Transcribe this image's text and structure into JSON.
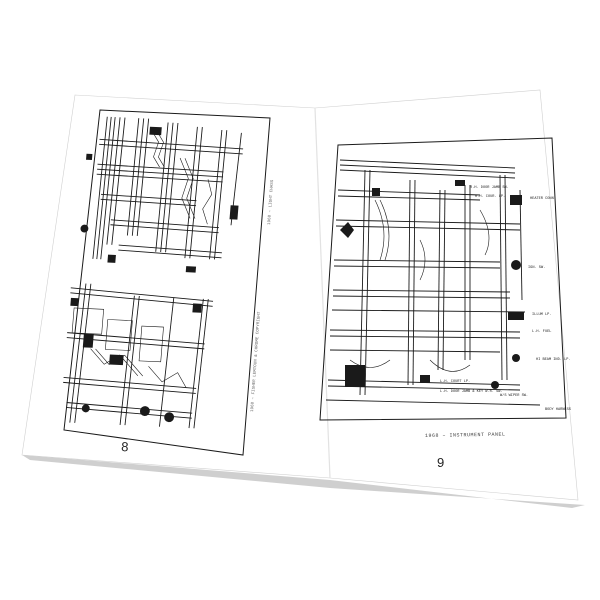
{
  "left_page": {
    "page_number": "8",
    "side_caption": "1968 – FISHER LEMTOUN & CHROME COPYRIGHT",
    "top_caption": "1968 – LIGHT CHASS"
  },
  "right_page": {
    "page_number": "9",
    "caption": "1968 – INSTRUMENT PANEL",
    "labels": {
      "heater_conn": "HEATER CONN.",
      "rh_courtesy": "R.H. COUR. LP.",
      "rh_door_jamb": "R.H. DOOR JAMB SW.",
      "ign_sw": "IGN. SW.",
      "illum_lp": "ILLUM LP.",
      "lh_fuel": "L.H. FUEL",
      "hi_beam_ind": "HI BEAM IND. LP.",
      "lh_door_jamb": "L.H. DOOR JAMB & KEY W.R. SW.",
      "w_s_wiper": "W/S WIPER SW.",
      "body_harness": "BODY HARNESS",
      "lh_courtesy": "L.H. COURT LP."
    }
  },
  "colors": {
    "paper": "#ffffff",
    "ink": "#1a1a1a",
    "shadow": "#bdbdbd"
  }
}
